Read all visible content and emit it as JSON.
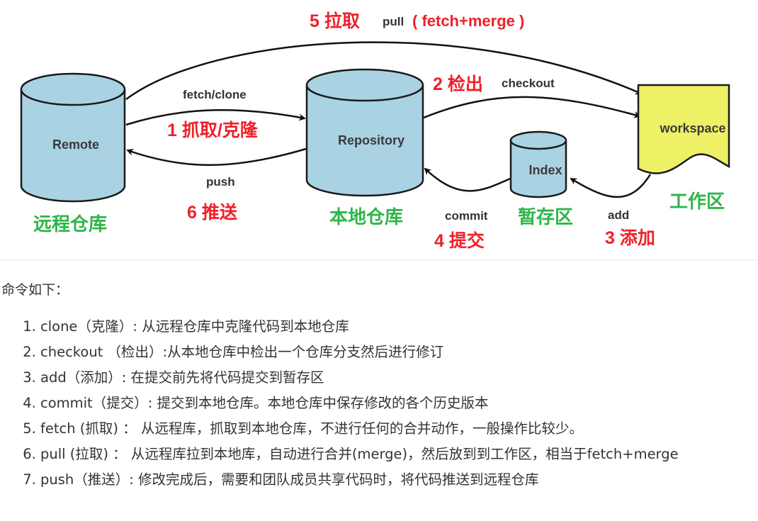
{
  "diagram": {
    "nodes": {
      "remote": "Remote",
      "repository": "Repository",
      "index": "Index",
      "workspace": "workspace"
    },
    "zones": {
      "remote": "远程仓库",
      "local": "本地仓库",
      "staging": "暂存区",
      "work": "工作区"
    },
    "arrows": {
      "pull_step": "5 拉取",
      "pull_cmd": "pull",
      "pull_detail": "( fetch+merge )",
      "fetch_cmd": "fetch/clone",
      "fetch_step": "1 抓取/克隆",
      "push_cmd": "push",
      "push_step": "6 推送",
      "checkout_step": "2 检出",
      "checkout_cmd": "checkout",
      "commit_cmd": "commit",
      "commit_step": "4 提交",
      "add_cmd": "add",
      "add_step": "3 添加"
    },
    "colors": {
      "cylinder": "#a9d2e3",
      "workspace": "#eef065",
      "red": "#f0202a",
      "green": "#2fb548"
    }
  },
  "intro": "命令如下：",
  "commands": [
    "clone（克隆）: 从远程仓库中克隆代码到本地仓库",
    "checkout （检出）:从本地仓库中检出一个仓库分支然后进行修订",
    "add（添加）: 在提交前先将代码提交到暂存区",
    "commit（提交）: 提交到本地仓库。本地仓库中保存修改的各个历史版本",
    "fetch (抓取) ： 从远程库，抓取到本地仓库，不进行任何的合并动作，一般操作比较少。",
    "pull (拉取) ： 从远程库拉到本地库，自动进行合并(merge)，然后放到到工作区，相当于fetch+merge",
    "push（推送）: 修改完成后，需要和团队成员共享代码时，将代码推送到远程仓库"
  ]
}
